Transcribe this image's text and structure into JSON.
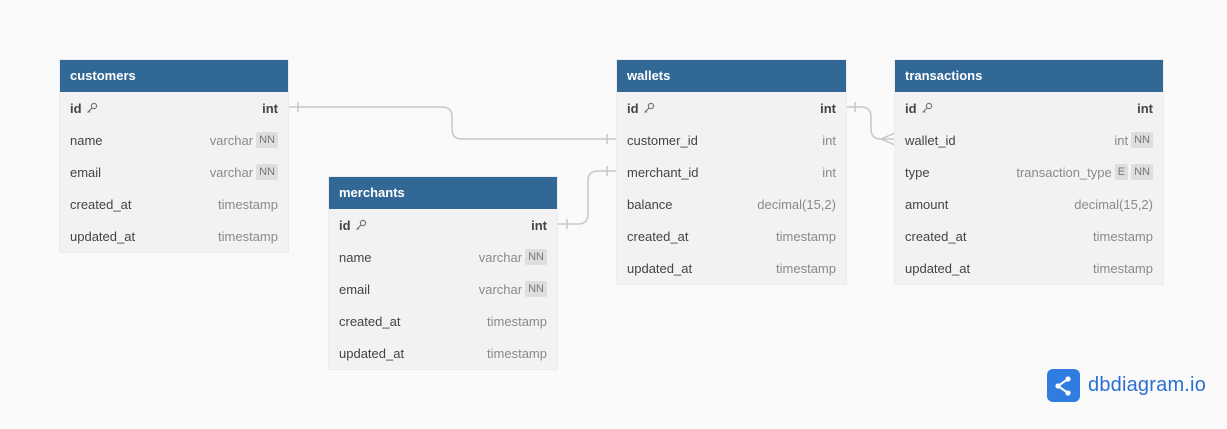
{
  "tables": {
    "customers": {
      "name": "customers",
      "fields": [
        {
          "name": "id",
          "type": "int",
          "pk": true,
          "badges": []
        },
        {
          "name": "name",
          "type": "varchar",
          "badges": [
            "NN"
          ]
        },
        {
          "name": "email",
          "type": "varchar",
          "badges": [
            "NN"
          ]
        },
        {
          "name": "created_at",
          "type": "timestamp",
          "badges": []
        },
        {
          "name": "updated_at",
          "type": "timestamp",
          "badges": []
        }
      ]
    },
    "merchants": {
      "name": "merchants",
      "fields": [
        {
          "name": "id",
          "type": "int",
          "pk": true,
          "badges": []
        },
        {
          "name": "name",
          "type": "varchar",
          "badges": [
            "NN"
          ]
        },
        {
          "name": "email",
          "type": "varchar",
          "badges": [
            "NN"
          ]
        },
        {
          "name": "created_at",
          "type": "timestamp",
          "badges": []
        },
        {
          "name": "updated_at",
          "type": "timestamp",
          "badges": []
        }
      ]
    },
    "wallets": {
      "name": "wallets",
      "fields": [
        {
          "name": "id",
          "type": "int",
          "pk": true,
          "badges": []
        },
        {
          "name": "customer_id",
          "type": "int",
          "badges": []
        },
        {
          "name": "merchant_id",
          "type": "int",
          "badges": []
        },
        {
          "name": "balance",
          "type": "decimal(15,2)",
          "badges": []
        },
        {
          "name": "created_at",
          "type": "timestamp",
          "badges": []
        },
        {
          "name": "updated_at",
          "type": "timestamp",
          "badges": []
        }
      ]
    },
    "transactions": {
      "name": "transactions",
      "fields": [
        {
          "name": "id",
          "type": "int",
          "pk": true,
          "badges": []
        },
        {
          "name": "wallet_id",
          "type": "int",
          "badges": [
            "NN"
          ]
        },
        {
          "name": "type",
          "type": "transaction_type",
          "badges": [
            "E",
            "NN"
          ]
        },
        {
          "name": "amount",
          "type": "decimal(15,2)",
          "badges": []
        },
        {
          "name": "created_at",
          "type": "timestamp",
          "badges": []
        },
        {
          "name": "updated_at",
          "type": "timestamp",
          "badges": []
        }
      ]
    }
  },
  "relationships": [
    {
      "from": "customers.id",
      "to": "wallets.customer_id",
      "kind": "one-to-one"
    },
    {
      "from": "merchants.id",
      "to": "wallets.merchant_id",
      "kind": "one-to-one"
    },
    {
      "from": "wallets.id",
      "to": "transactions.wallet_id",
      "kind": "one-to-many"
    }
  ],
  "brand": {
    "logo_text": "dbdiagram.io",
    "color": "#2f7de1"
  },
  "colors": {
    "header": "#316896",
    "table_bg": "#f2f2f2",
    "connector": "#c8c8c8"
  }
}
